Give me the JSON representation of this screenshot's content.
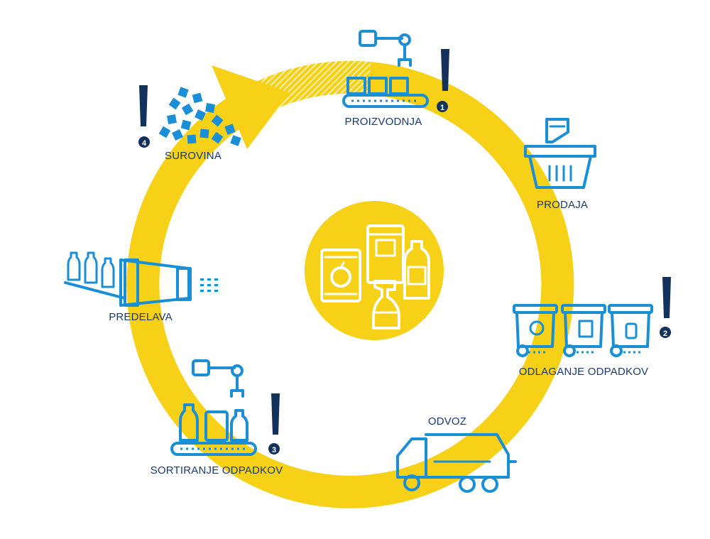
{
  "stages": {
    "proizvodnja": {
      "label": "PROIZVODNJA",
      "marker": "1"
    },
    "prodaja": {
      "label": "PRODAJA"
    },
    "odlaganje": {
      "label": "ODLAGANJE ODPADKOV",
      "marker": "2"
    },
    "odvoz": {
      "label": "ODVOZ"
    },
    "sortiranje": {
      "label": "SORTIRANJE ODPADKOV",
      "marker": "3"
    },
    "predelava": {
      "label": "PREDELAVA"
    },
    "surovina": {
      "label": "SUROVINA",
      "marker": "4"
    }
  },
  "colors": {
    "ring": "#f7d117",
    "icon": "#1a8fd6",
    "text": "#1a3a6b",
    "marker": "#13325b"
  },
  "icons": {
    "proizvodnja": "robot-arm-conveyor-icon",
    "prodaja": "shopping-basket-icon",
    "odlaganje": "waste-bins-icon",
    "odvoz": "garbage-truck-icon",
    "sortiranje": "sorting-conveyor-icon",
    "predelava": "recycling-machine-icon",
    "surovina": "raw-granules-icon",
    "center": "packaging-products-icon"
  }
}
